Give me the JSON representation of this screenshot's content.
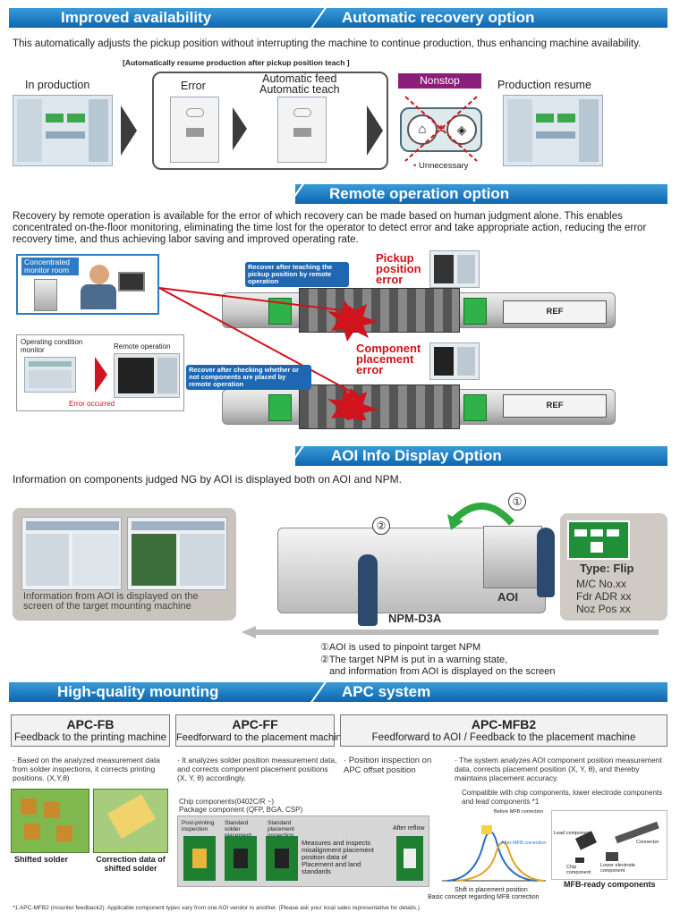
{
  "section1": {
    "left_title": "Improved availability",
    "right_title": "Automatic recovery option",
    "description": "This automatically adjusts the pickup position without interrupting the machine to continue production, thus enhancing machine availability.",
    "bracket_caption": "[Automatically resume production after pickup position teach ]",
    "steps": [
      "In production",
      "Error",
      "Automatic feed\nAutomatic teach",
      "Nonstop",
      "Production resume"
    ],
    "unnecessary": "Unnecessary"
  },
  "section2": {
    "title": "Remote operation option",
    "description": "Recovery by remote operation is available for the error of which recovery can be made based on human judgment alone. This enables concentrated on-the-floor monitoring, eliminating the time lost for the operator to detect error and take appropriate action, reducing the error recovery time, and thus  achieving labor saving and improved operating rate.",
    "monitor_room": "Concentrated monitor room",
    "callout1": "Recover after teaching the pickup position by remote operation",
    "callout2": "Recover after checking whether or not components are placed by remote operation",
    "error1": "Pickup position error",
    "error2": "Component placement error",
    "operating_monitor": "Operating condition monitor",
    "remote_operation": "Remote operation",
    "error_occurred": "Error occurred",
    "ref": "REF"
  },
  "section3": {
    "title": "AOI Info Display Option",
    "description": "Information on components judged NG by AOI is displayed both on AOI and NPM.",
    "panel_caption": "Information from AOI is displayed on the screen of the target mounting machine",
    "marker1": "①",
    "marker2": "②",
    "aoi_label": "AOI",
    "npm_label": "NPM-D3A",
    "type_title": "Type: Flip",
    "type_lines": [
      "M/C No.xx",
      "Fdr ADR xx",
      "Noz Pos xx"
    ],
    "note1": "①AOI is used to pinpoint target NPM",
    "note2": "②The target NPM is put in a warning state,",
    "note3": "and information from AOI is displayed on the screen"
  },
  "section4": {
    "left_title": "High-quality mounting",
    "right_title": "APC system",
    "boxes": [
      {
        "title": "APC-FB",
        "subtitle": "Feedback to the printing machine"
      },
      {
        "title": "APC-FF",
        "subtitle": "Feedforward to the placement machine"
      },
      {
        "title": "APC-MFB2",
        "subtitle": "Feedforward to AOI / Feedback to the placement machine"
      }
    ],
    "fb_text": "· Based on the analyzed measurement data from solder inspections, it corrects printing positions. (X,Y,θ)",
    "ff_text": "· It analyzes solder position measurement data, and corrects component placement positions (X, Y, θ) accordingly.",
    "aoi_text": "· Position inspection on APC offset position",
    "mfb_text": "· The system analyzes AOI component position measurement data, corrects placement position (X, Y, θ), and thereby maintains placement accuracy.",
    "compat_text": "Compatible with chip components, lower electrode components and lead components *1",
    "shifted_solder": "Shifted solder",
    "correction": "Correction data of shifted solder",
    "chip_components": "Chip components(0402C/R ~)",
    "package_components": "Package component (QFP, BGA, CSP)",
    "flow_labels": [
      "Post-printing inspection",
      "Standard solder placement",
      "Standard placement inspection",
      "After reflow"
    ],
    "measure_text": "Measures and inspects misalignment placement position data of Placement and land standards",
    "graph_label1": "Before MFB correction",
    "graph_label2": "After MFB correction",
    "graph_caption1": "Shift in placement position",
    "graph_caption2": "Basic concept regarding MFB correction",
    "part_labels": [
      "Lead component",
      "Connector",
      "Chip component",
      "Lower electrode component"
    ],
    "mfb_ready": "MFB-ready components",
    "footnote": "*1:APC-MFB2 (mounter feedback2): Applicable component types vary from one AOI vendor to another. (Please ask your local sales representative for details.)"
  },
  "colors": {
    "band": "#0d67b0",
    "accent_red": "#d0131c",
    "feeder_green": "#2fb24a",
    "nonstop": "#8a1f7a"
  }
}
